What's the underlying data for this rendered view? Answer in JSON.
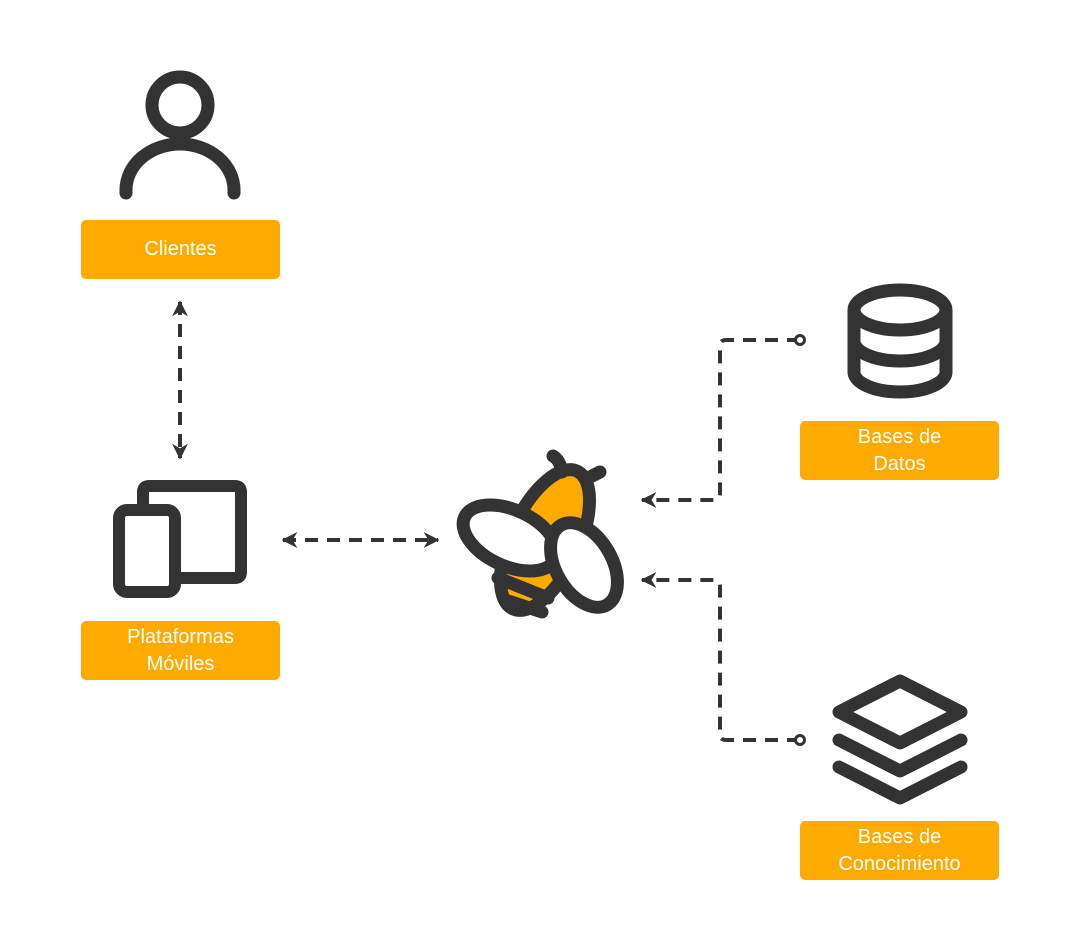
{
  "colors": {
    "accent": "#FFAA00",
    "stroke": "#333333",
    "label_text": "#FFFFFF"
  },
  "nodes": {
    "clientes": {
      "icon": "user-icon",
      "label_lines": [
        "Clientes"
      ]
    },
    "plataformas": {
      "icon": "devices-icon",
      "label_lines": [
        "Plataformas",
        "Móviles"
      ]
    },
    "hub": {
      "icon": "bee-icon"
    },
    "datos": {
      "icon": "database-icon",
      "label_lines": [
        "Bases de",
        "Datos"
      ]
    },
    "conocimiento": {
      "icon": "layers-icon",
      "label_lines": [
        "Bases de",
        "Conocimiento"
      ]
    }
  },
  "connections": [
    {
      "from": "clientes",
      "to": "plataformas",
      "direction": "both"
    },
    {
      "from": "plataformas",
      "to": "hub",
      "direction": "both"
    },
    {
      "from": "datos",
      "to": "hub",
      "direction": "to-hub"
    },
    {
      "from": "conocimiento",
      "to": "hub",
      "direction": "to-hub"
    }
  ]
}
